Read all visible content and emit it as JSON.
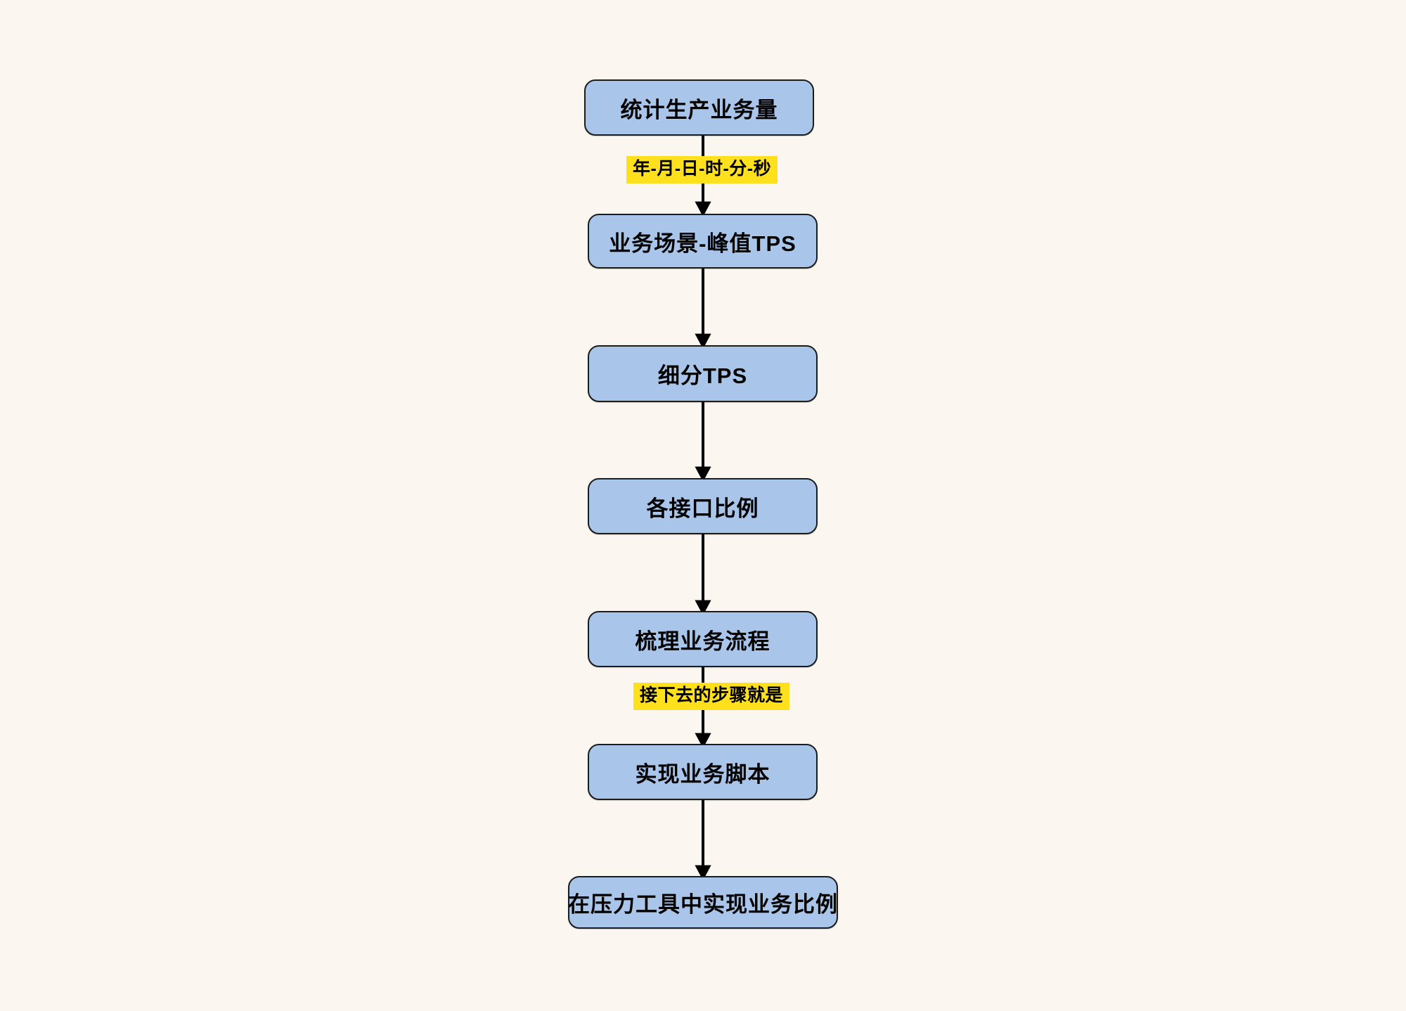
{
  "diagram": {
    "type": "flowchart",
    "orientation": "top-to-bottom",
    "background_color": "#fbf6f0",
    "node_fill_color": "#a9c6ea",
    "node_border_color": "#1c1c1c",
    "edge_color": "#000000",
    "label_highlight_color": "#ffe01c",
    "nodes": [
      {
        "id": "n1",
        "label": "统计生产业务量"
      },
      {
        "id": "n2",
        "label": "业务场景-峰值TPS"
      },
      {
        "id": "n3",
        "label": "细分TPS"
      },
      {
        "id": "n4",
        "label": "各接口比例"
      },
      {
        "id": "n5",
        "label": "梳理业务流程"
      },
      {
        "id": "n6",
        "label": "实现业务脚本"
      },
      {
        "id": "n7",
        "label": "在压力工具中实现业务比例"
      }
    ],
    "edges": [
      {
        "from": "n1",
        "to": "n2",
        "label": "年-月-日-时-分-秒"
      },
      {
        "from": "n2",
        "to": "n3",
        "label": ""
      },
      {
        "from": "n3",
        "to": "n4",
        "label": ""
      },
      {
        "from": "n4",
        "to": "n5",
        "label": ""
      },
      {
        "from": "n5",
        "to": "n6",
        "label": "接下去的步骤就是"
      },
      {
        "from": "n6",
        "to": "n7",
        "label": ""
      }
    ]
  }
}
